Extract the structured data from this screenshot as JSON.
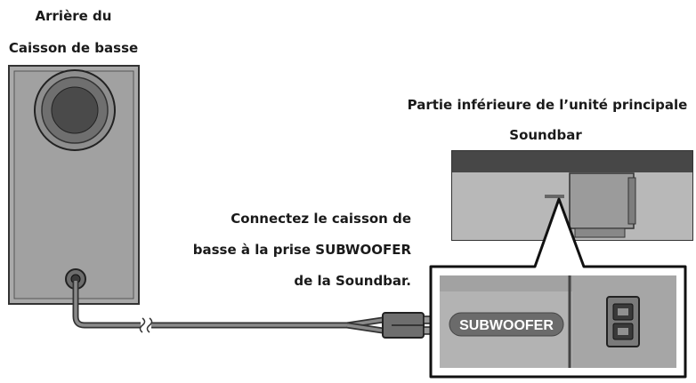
{
  "subwoofer": {
    "label_line1": "Arrière du",
    "label_line2": "Caisson de basse"
  },
  "soundbar": {
    "label_line1": "Partie inférieure de l’unité principale",
    "label_line2": "Soundbar"
  },
  "instruction": {
    "line1": "Connectez le caisson de",
    "line2": "basse  à la prise SUBWOOFER",
    "line3": "de la Soundbar."
  },
  "port_label": "SUBWOOFER",
  "colors": {
    "subwoofer_body": "#a9a9a9",
    "soundbar_panel": "#b3b3b3",
    "outline": "#333333",
    "cable": "#555555",
    "port_badge": "#6b6b6b",
    "port_text": "#ffffff"
  }
}
